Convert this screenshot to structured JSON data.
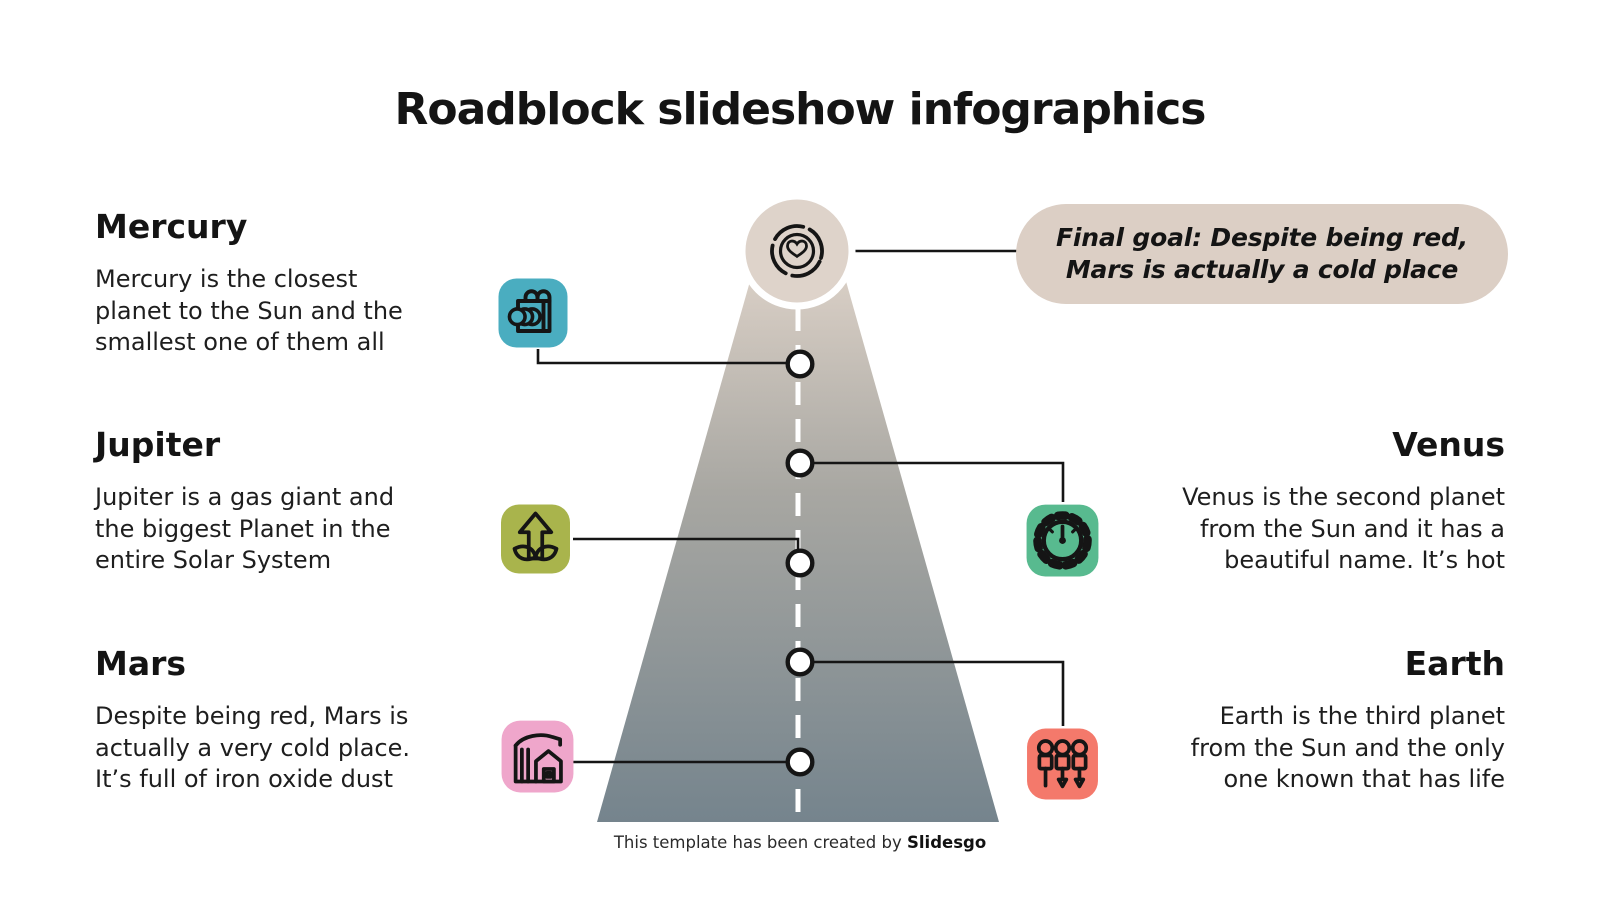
{
  "title": "Roadblock slideshow infographics",
  "goal": {
    "bubble_text": "Final goal: Despite being red,\nMars is actually a cold place",
    "bubble_color": "#dccfc5",
    "circle_color": "#ded3ca",
    "icon": "goal-heart-icon"
  },
  "road": {
    "top_color": "#ded3c9",
    "mid_color": "#a8a7a2",
    "bottom_color": "#75848d",
    "centerline_color": "#ffffff",
    "connector_color": "#151515",
    "node_count": "5"
  },
  "sections": [
    {
      "name": "Mercury",
      "side": "left",
      "description": "Mercury is the closest\nplanet to the Sun and the\nsmallest one of them all",
      "icon": "shopping-bag-icon",
      "color": "#4aadc0"
    },
    {
      "name": "Jupiter",
      "side": "left",
      "description": "Jupiter is a gas giant and\nthe biggest Planet in the\nentire Solar System",
      "icon": "growth-arrow-icon",
      "color": "#a9b44c"
    },
    {
      "name": "Mars",
      "side": "left",
      "description": "Despite being red, Mars is\nactually a very cold place.\nIt’s full of iron oxide dust",
      "icon": "warehouse-icon",
      "color": "#efa6cb"
    },
    {
      "name": "Venus",
      "side": "right",
      "description": "Venus is the second planet\nfrom the Sun and it has a\nbeautiful name. It’s hot",
      "icon": "gear-gauge-icon",
      "color": "#58ba8f"
    },
    {
      "name": "Earth",
      "side": "right",
      "description": "Earth is the third planet\nfrom the Sun and the only\none known that has life",
      "icon": "screwdrivers-icon",
      "color": "#f4796b"
    }
  ],
  "footer": {
    "prefix": "This template has been created by ",
    "brand": "Slidesgo"
  }
}
